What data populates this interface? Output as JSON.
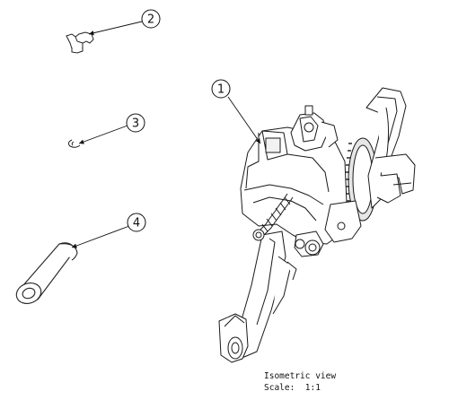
{
  "callouts": [
    {
      "number": "1",
      "part": "pedal-assembly"
    },
    {
      "number": "2",
      "part": "clip"
    },
    {
      "number": "3",
      "part": "e-ring"
    },
    {
      "number": "4",
      "part": "bushing"
    }
  ],
  "caption": {
    "view": "Isometric view",
    "scale_label": "Scale:",
    "scale_value": "1:1"
  }
}
